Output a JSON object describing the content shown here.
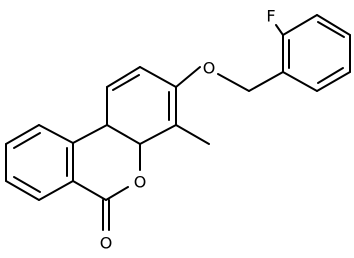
{
  "molecule": {
    "atoms": {
      "fluorine": "F",
      "ether_oxygen": "O",
      "ring_oxygen": "O",
      "carbonyl_oxygen": "O"
    }
  },
  "colors": {
    "bond": "#000000",
    "label": "#000000",
    "background": "#ffffff"
  }
}
